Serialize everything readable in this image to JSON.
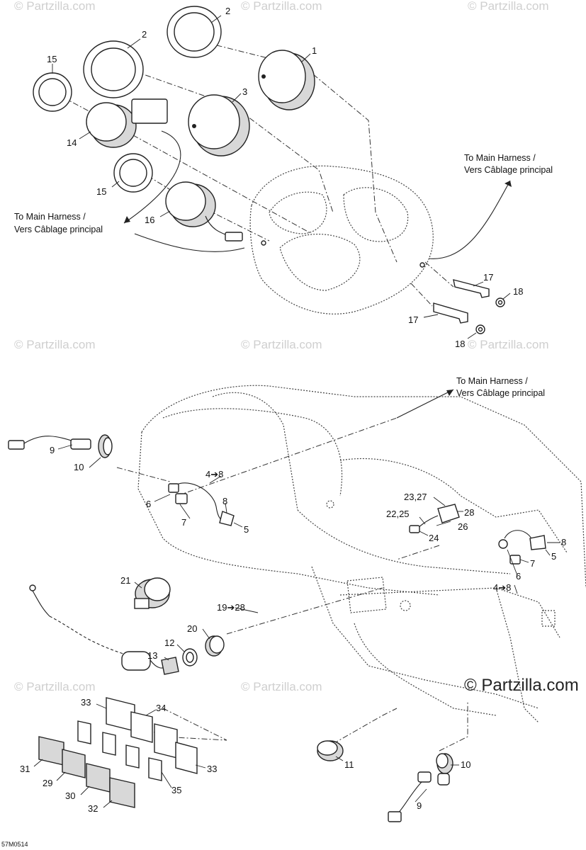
{
  "watermarks": {
    "text": "© Partzilla.com",
    "copyright": "© Partzilla.com"
  },
  "notes": {
    "harness_en": "To Main Harness /",
    "harness_fr": "Vers Câblage principal"
  },
  "reference_code": "57M0514",
  "callouts": {
    "c1": "1",
    "c2": "2",
    "c2b": "2",
    "c3": "3",
    "c14": "14",
    "c15": "15",
    "c15b": "15",
    "c16": "16",
    "c17": "17",
    "c17b": "17",
    "c18": "18",
    "c18b": "18",
    "c9": "9",
    "c9b": "9",
    "c10": "10",
    "c10b": "10",
    "c6": "6",
    "c6b": "6",
    "c7": "7",
    "c7b": "7",
    "c8": "8",
    "c8b": "8",
    "c5": "5",
    "c5b": "5",
    "c48": "4➔8",
    "c48b": "4➔8",
    "c2327": "23,27",
    "c2225": "22,25",
    "c28": "28",
    "c26": "26",
    "c24": "24",
    "c21": "21",
    "c1928": "19➔28",
    "c20": "20",
    "c12": "12",
    "c13": "13",
    "c11": "11",
    "c33": "33",
    "c33b": "33",
    "c34": "34",
    "c31": "31",
    "c29": "29",
    "c30": "30",
    "c32": "32",
    "c35": "35"
  }
}
